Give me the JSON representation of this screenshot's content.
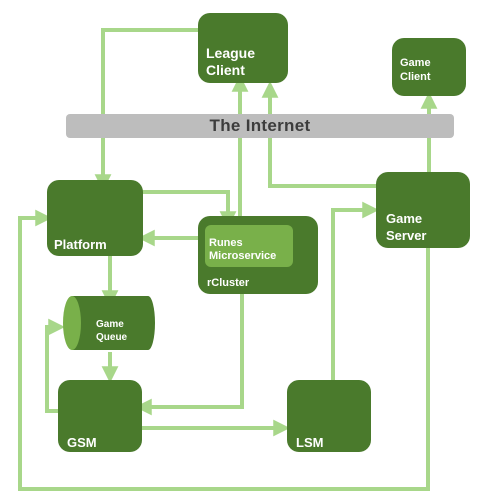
{
  "internet_bar": {
    "label": "The Internet"
  },
  "nodes": {
    "league_client": {
      "label_line1": "League",
      "label_line2": "Client"
    },
    "game_client": {
      "label_line1": "Game",
      "label_line2": "Client"
    },
    "platform": {
      "label": "Platform"
    },
    "rcluster": {
      "label": "rCluster"
    },
    "runes": {
      "label_line1": "Runes",
      "label_line2": "Microservice"
    },
    "game_server": {
      "label_line1": "Game",
      "label_line2": "Server"
    },
    "game_queue": {
      "label_line1": "Game",
      "label_line2": "Queue"
    },
    "gsm": {
      "label": "GSM"
    },
    "lsm": {
      "label": "LSM"
    }
  },
  "colors": {
    "node_fill": "#4a7a2c",
    "runes_fill": "#79b04a",
    "connector": "#a8d78a",
    "internet_bar": "#bdbdbd"
  }
}
